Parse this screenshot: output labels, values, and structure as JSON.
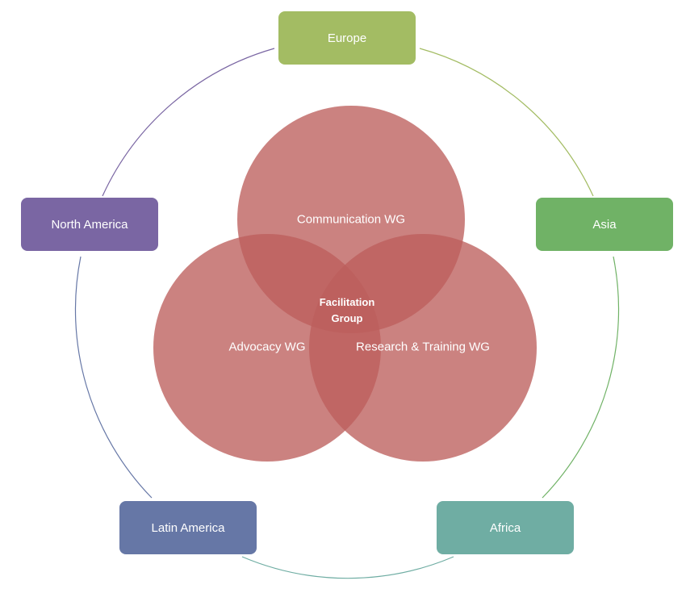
{
  "colors": {
    "ring": "#8fa8c8",
    "circle_fill": "#bd5f5c",
    "europe": "#a3bc63",
    "asia": "#70b266",
    "africa": "#6fada3",
    "latin_america": "#6677a6",
    "north_america": "#7a66a3"
  },
  "regions": {
    "europe": "Europe",
    "asia": "Asia",
    "africa": "Africa",
    "latin_america": "Latin America",
    "north_america": "North America"
  },
  "working_groups": {
    "communication": "Communication WG",
    "advocacy": "Advocacy WG",
    "research_training": "Research & Training WG",
    "facilitation_line1": "Facilitation",
    "facilitation_line2": "Group"
  }
}
